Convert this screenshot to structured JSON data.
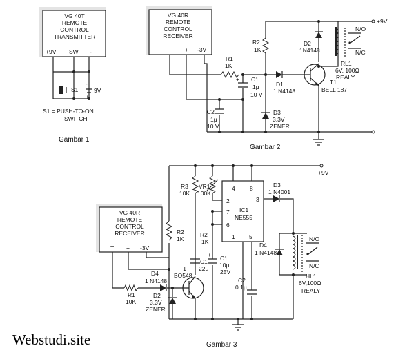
{
  "fig1": {
    "box": [
      "VG 40T",
      "REMOTE",
      "CONTROL",
      "TRANSMITTER"
    ],
    "pins": [
      "+9V",
      "SW",
      "-"
    ],
    "s1": "S1",
    "battery": "9V",
    "minus": "-",
    "plus": "+",
    "note": [
      "S1 = PUSH-TO-ON",
      "SWITCH"
    ],
    "caption": "Gambar 1"
  },
  "fig2": {
    "box": [
      "VG 40R",
      "REMOTE",
      "CONTROL",
      "RECEIVER"
    ],
    "pins": [
      "T",
      "+",
      "-3V"
    ],
    "r1": [
      "R1",
      "1K"
    ],
    "r2": [
      "R2",
      "1K"
    ],
    "c1": [
      "C1",
      "1μ",
      "10 V"
    ],
    "c2": [
      "C2",
      "1μ",
      "10 V"
    ],
    "d1": [
      "D1",
      "1 N4148"
    ],
    "d2": [
      "D2",
      "1N4148"
    ],
    "d3": [
      "D3",
      "3.3V",
      "ZENER"
    ],
    "rl1": [
      "RL1",
      "6V, 100Ω",
      "REALY"
    ],
    "t1": [
      "T1",
      "BELL 187"
    ],
    "no": "N/O",
    "nc": "N/C",
    "supply": "+9V",
    "caption": "Gambar 2"
  },
  "fig3": {
    "box": [
      "VG 40R",
      "REMOTE",
      "CONTROL",
      "RECEIVER"
    ],
    "pins": [
      "T",
      "+",
      "-3V"
    ],
    "supply": "+9V",
    "r1": [
      "R1",
      "10K"
    ],
    "r2": [
      "R2",
      "1K"
    ],
    "r2b": [
      "R2",
      "1K"
    ],
    "r3": [
      "R3",
      "10K"
    ],
    "vr1": [
      "VR1",
      "100K"
    ],
    "ic1": [
      "IC1",
      "NE555"
    ],
    "pin_numbers": [
      "4",
      "8",
      "2",
      "7",
      "6",
      "3",
      "1",
      "5"
    ],
    "c1": [
      "C1",
      "22μ"
    ],
    "c1b": [
      "C1",
      "10μ",
      "25V"
    ],
    "c2": [
      "C2",
      "0.1μ"
    ],
    "d2": [
      "D2",
      "3.3V",
      "ZENER"
    ],
    "d3": [
      "D3",
      "1 N4001"
    ],
    "d4": [
      "D4",
      "1 N4148"
    ],
    "d4b": [
      "D4",
      "1 N4148"
    ],
    "t1": [
      "T1",
      "BO548"
    ],
    "hl1": [
      "HL1",
      "6V,100Ω",
      "REALY"
    ],
    "no": "N/O",
    "nc": "N/C",
    "caption": "Gambar 3"
  },
  "watermark": "Webstudi.site"
}
